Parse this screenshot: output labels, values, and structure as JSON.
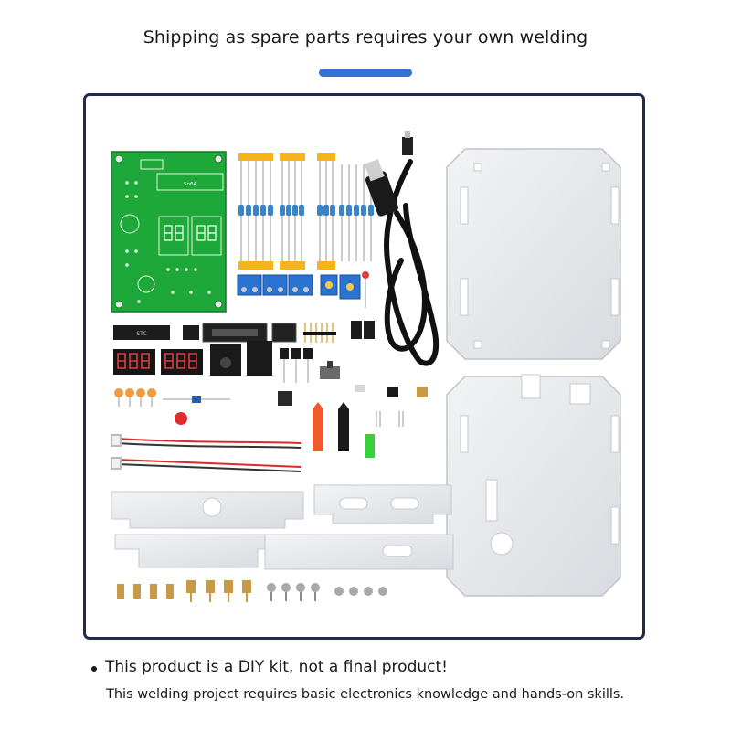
{
  "header": {
    "title": "Shipping as spare parts requires your own welding",
    "accent_color": "#2f73d6"
  },
  "product_image": {
    "icon": "diy-kit-components-illustration",
    "pcb_silkscreen": "Sn64",
    "chip_label": "STC"
  },
  "notice": {
    "bullet_icon": "bullet-dot-icon",
    "main_text": "This product is a DIY kit, not a final product!",
    "sub_text": "This welding project requires basic electronics knowledge and hands-on skills."
  }
}
